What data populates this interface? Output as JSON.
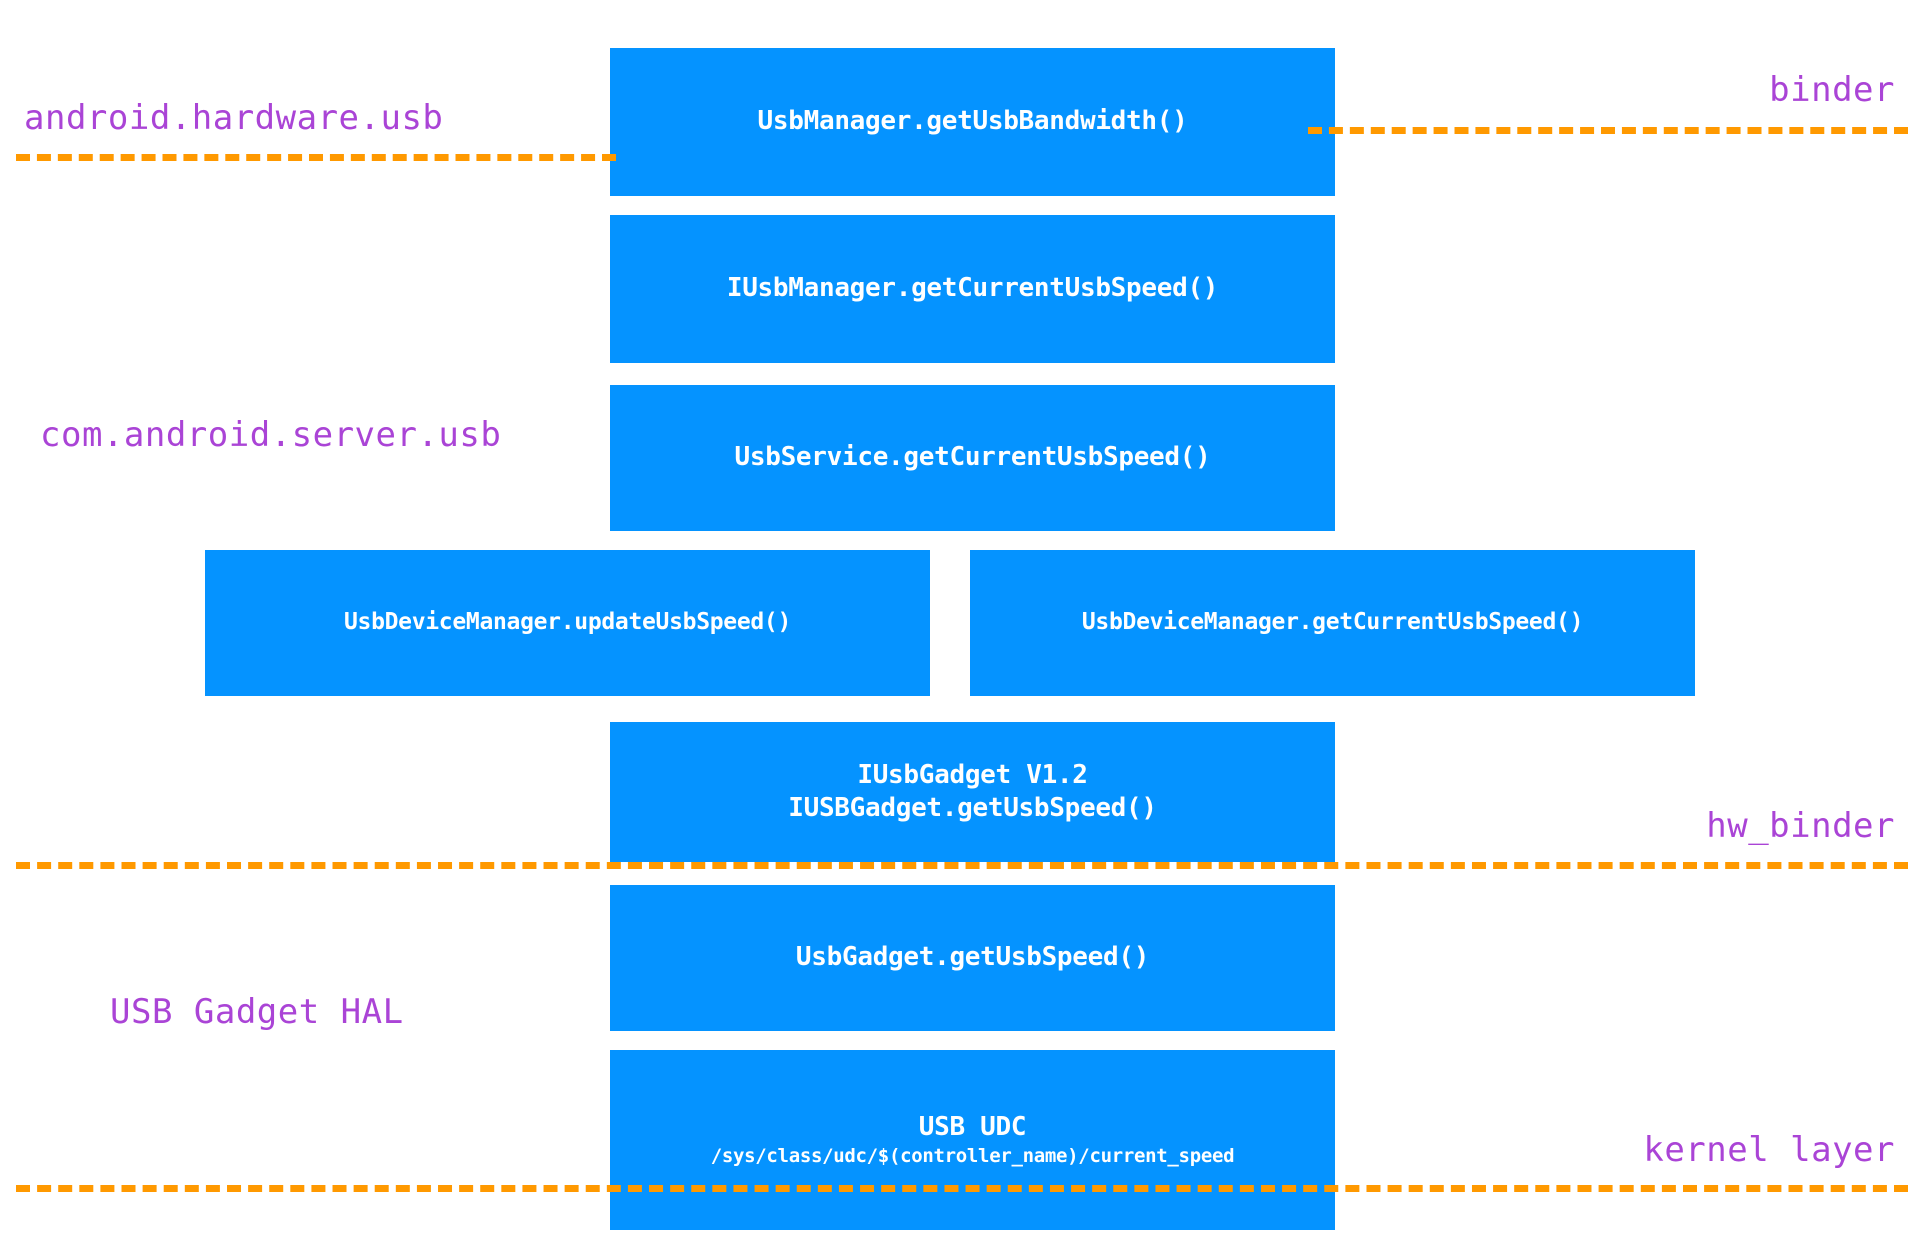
{
  "diagram": {
    "title": "Android USB Speed Query Call Flow",
    "colors": {
      "box_fill": "#0593FF",
      "box_text": "#FFFFFF",
      "label_text": "#AA44D6",
      "divider": "#FF9900",
      "background": "#FFFFFF"
    },
    "layer_labels": [
      {
        "id": "android-hardware-usb",
        "text": "android.hardware.usb"
      },
      {
        "id": "binder",
        "text": "binder"
      },
      {
        "id": "com-android-server-usb",
        "text": "com.android.server.usb"
      },
      {
        "id": "hw-binder",
        "text": "hw_binder"
      },
      {
        "id": "usb-gadget-hal",
        "text": "USB Gadget HAL"
      },
      {
        "id": "kernel-layer",
        "text": "kernel layer"
      }
    ],
    "nodes": [
      {
        "id": "usbmanager-getusbbandwidth",
        "line1": "UsbManager.getUsbBandwidth()",
        "line2": ""
      },
      {
        "id": "iusbmanager-getcurrentusbspeed",
        "line1": "IUsbManager.getCurrentUsbSpeed()",
        "line2": ""
      },
      {
        "id": "usbservice-getcurrentusbspeed",
        "line1": "UsbService.getCurrentUsbSpeed()",
        "line2": ""
      },
      {
        "id": "usbdevicemanager-updateusbspeed",
        "line1": "UsbDeviceManager.updateUsbSpeed()",
        "line2": ""
      },
      {
        "id": "usbdevicemanager-getcurrentusbspeed",
        "line1": "UsbDeviceManager.getCurrentUsbSpeed()",
        "line2": ""
      },
      {
        "id": "iusbgadget-getusbspeed",
        "line1": "IUsbGadget V1.2",
        "line2": "IUSBGadget.getUsbSpeed()"
      },
      {
        "id": "usbgadget-getusbspeed",
        "line1": "UsbGadget.getUsbSpeed()",
        "line2": ""
      },
      {
        "id": "usb-udc",
        "line1": "USB UDC",
        "line2": "/sys/class/udc/$(controller_name)/current_speed"
      }
    ]
  }
}
